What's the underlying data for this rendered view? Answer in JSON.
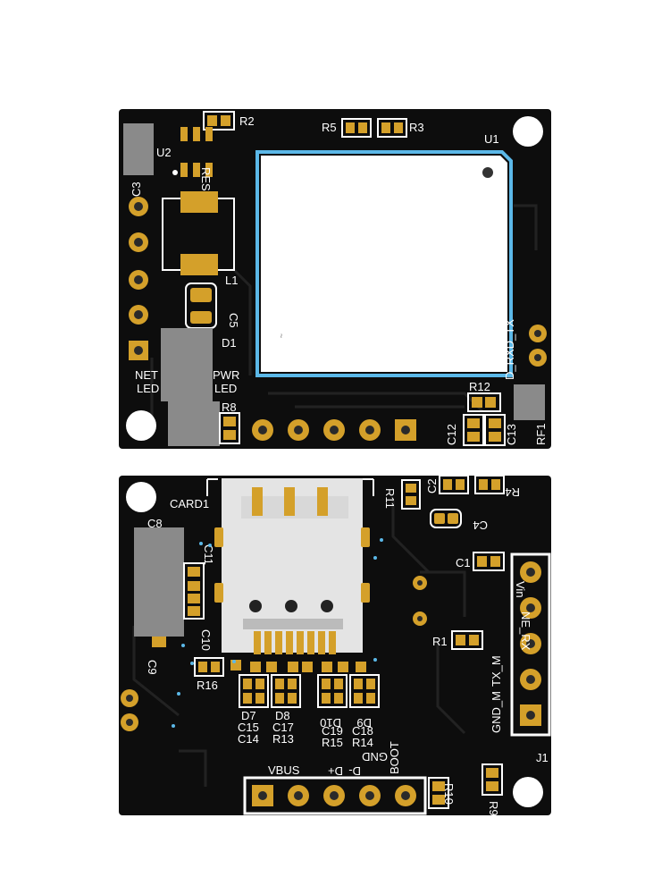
{
  "colors": {
    "board": "#0d0d0d",
    "trace": "#1e1e1e",
    "silkscreen": "#ffffff",
    "copper_pad": "#d4a02a",
    "module_outline": "#5bb8e8",
    "placeholder_gray": "#8a8a8a"
  },
  "top_board": {
    "labels": {
      "r2": "R2",
      "r5": "R5",
      "r3": "R3",
      "u1": "U1",
      "u2": "U2",
      "c3": "C3",
      "reset": "RESET",
      "l1": "L1",
      "c5": "C5",
      "d1": "D1",
      "net_led_1": "NET",
      "net_led_2": "LED",
      "pwr_led_1": "PWR",
      "pwr_led_2": "LED",
      "r8": "R8",
      "r12": "R12",
      "c12": "C12",
      "c13": "C13",
      "rf1": "RF1",
      "rxd_tx": "D_RXD_TX"
    }
  },
  "bottom_board": {
    "labels": {
      "card1": "CARD1",
      "c8": "C8",
      "c11": "C11",
      "c10": "C10",
      "c9": "C9",
      "r16": "R16",
      "r11": "R11",
      "c2": "C2",
      "r4": "R4",
      "c4": "C4",
      "c1": "C1",
      "r1": "R1",
      "j1": "J1",
      "vin": "Vin",
      "ne_rx": "NE_RX",
      "tx_m": "TX_M",
      "gnd_m": "GND_M",
      "d7": "D7",
      "c15": "C15",
      "c14": "C14",
      "d8": "D8",
      "c17": "C17",
      "r13": "R13",
      "d10": "D10",
      "c19": "C19",
      "r15": "R15",
      "d9": "D9",
      "c18": "C18",
      "r14": "R14",
      "gnd": "GND",
      "boot": "BOOT",
      "vbus": "VBUS",
      "d_plus": "D+",
      "d_minus": "D-",
      "r10": "R10",
      "r9": "R9"
    }
  }
}
